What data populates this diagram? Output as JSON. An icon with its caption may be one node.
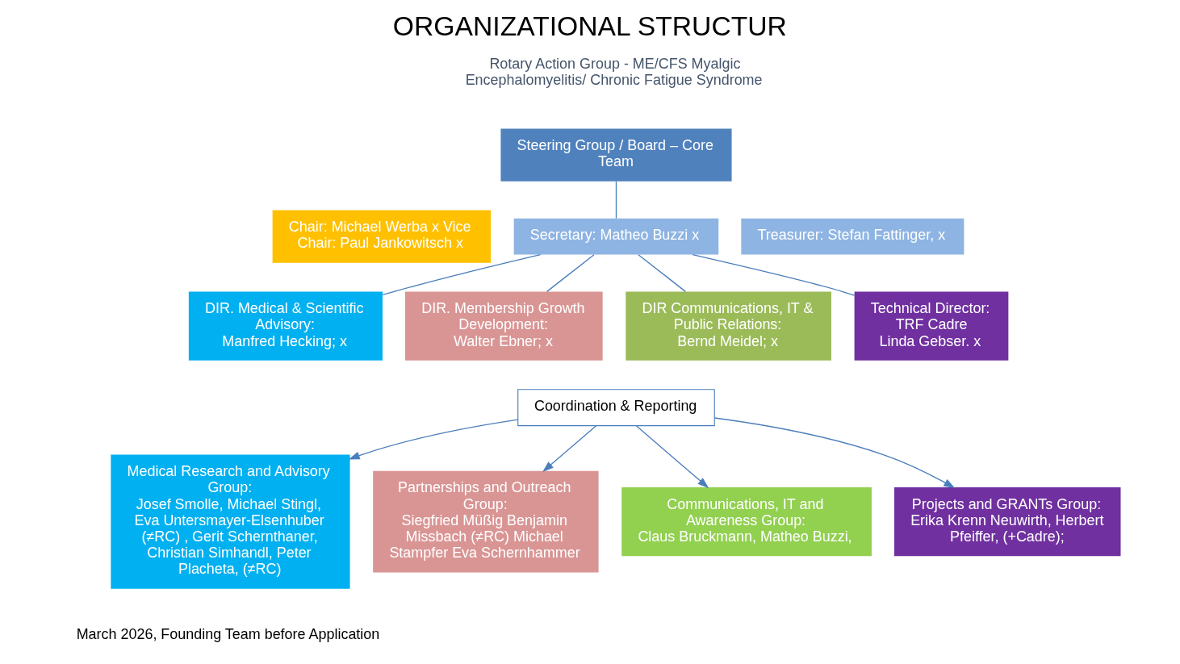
{
  "diagram": {
    "title": "ORGANIZATIONAL STRUCTUR",
    "nodes": [
      {
        "text": [
          "Steering Group / Board – Core Team"
        ]
      },
      {
        "text": [
          "Chair: Michael Werba x Vice Chair: Paul Jankowitsch x"
        ]
      },
      {
        "text": [
          "Secretary: Matheo Buzzi x"
        ]
      },
      {
        "text": [
          "Treasurer: Stefan Fattinger, x"
        ]
      },
      {
        "text": [
          "DIR. Medical & Scientific Advisory:",
          "Manfred Hecking; x"
        ]
      },
      {
        "text": [
          "DIR. Membership Growth Development:",
          "Walter Ebner; x"
        ]
      },
      {
        "text": [
          "DIR Communications, IT & Public Relations:",
          "Bernd Meidel; x"
        ]
      },
      {
        "text": [
          "Technical Director:",
          "TRF Cadre",
          "Linda Gebser. x"
        ]
      },
      {
        "text": [
          "Coordination & Reporting"
        ]
      },
      {
        "text": [
          "Medical Research and Advisory Group:",
          "Josef Smolle, Michael Stingl, Eva Untersmayer-Elsenhuber (≠RC) , Gerit Schernthaner, Christian Simhandl, Peter Placheta, (≠RC)"
        ]
      },
      {
        "text": [
          "Partnerships and Outreach Group:",
          "Siegfried Müßig Benjamin Missbach (≠RC) Michael Stampfer Eva Schernhammer"
        ]
      },
      {
        "text": [
          "Communications, IT and Awareness Group:",
          "Claus Bruckmann, Matheo Buzzi,"
        ]
      },
      {
        "text": [
          "Projects and GRANTs Group:",
          "Erika Krenn Neuwirth, Herbert Pfeiffer, (+Cadre);"
        ]
      }
    ],
    "edges": [
      {
        "from": 0,
        "to": 2,
        "arrow": "none"
      },
      {
        "from": 2,
        "to": 4,
        "arrow": "none"
      },
      {
        "from": 2,
        "to": 5,
        "arrow": "none"
      },
      {
        "from": 2,
        "to": 6,
        "arrow": "none"
      },
      {
        "from": 2,
        "to": 7,
        "arrow": "none"
      },
      {
        "from": 8,
        "to": 9,
        "arrow": "to"
      },
      {
        "from": 8,
        "to": 10,
        "arrow": "to"
      },
      {
        "from": 8,
        "to": 11,
        "arrow": "to"
      },
      {
        "from": 8,
        "to": 12,
        "arrow": "to"
      }
    ],
    "labels": [
      "Rotary Action Group - ME/CFS Myalgic Encephalomyelitis/ Chronic Fatigue Syndrome",
      "March 2026, Founding Team before Application"
    ]
  }
}
